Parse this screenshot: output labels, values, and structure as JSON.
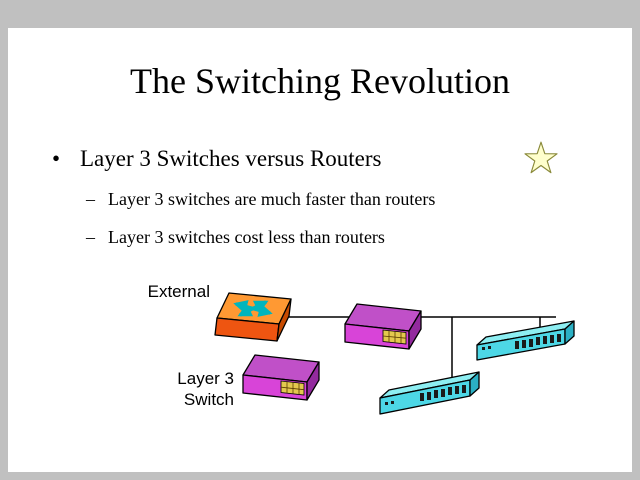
{
  "slide": {
    "title": "The Switching Revolution",
    "bullet_char": "•",
    "bullet": "Layer 3 Switches versus Routers",
    "dash_char": "–",
    "sub_bullets": [
      "Layer 3 switches are much faster than routers",
      "Layer 3 switches cost less than routers"
    ]
  },
  "diagram": {
    "labels": {
      "external": "External",
      "layer3_line1": "Layer 3",
      "layer3_line2": "Switch"
    },
    "devices": [
      "external-router",
      "layer3-switch",
      "switch",
      "ethernet-switch",
      "ethernet-switch"
    ],
    "decorations": [
      "star-shape"
    ]
  },
  "colors": {
    "frame-gray": "#c0c0c0",
    "slide-bg": "#ffffff",
    "text-color": "#000000",
    "router-top": "#ff9933",
    "router-front": "#ee5511",
    "router-side": "#c64a00",
    "switch-top": "#c050c8",
    "switch-front": "#d844d8",
    "switch-side": "#932a9e",
    "switch-ports": "#e3c84e",
    "hub-top": "#8deef2",
    "hub-front": "#4dd7e6",
    "hub-side": "#2bb0c4",
    "port-dark": "#1a1a1a",
    "arrow-teal": "#00b5bd",
    "star-fill": "#ffffcc",
    "star-stroke": "#8a8a3a",
    "line-color": "#000000"
  }
}
